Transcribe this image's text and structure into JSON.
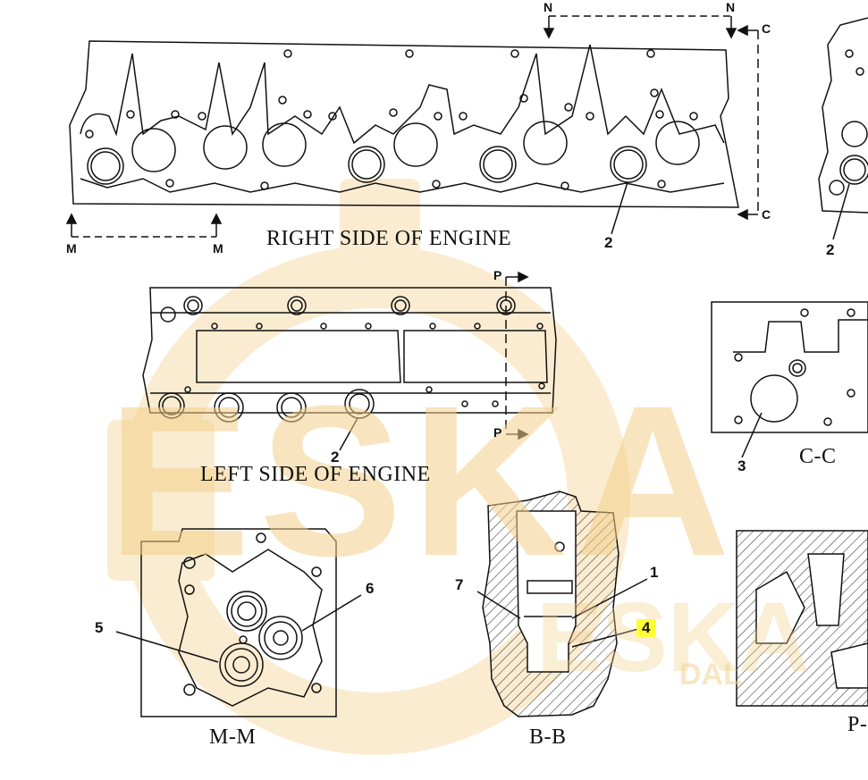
{
  "watermark": {
    "main": "ESKA",
    "sub": "ESKA",
    "tag": "DAL"
  },
  "views": {
    "right_side": "RIGHT SIDE OF ENGINE",
    "left_side": "LEFT SIDE OF ENGINE",
    "cc": "C-C",
    "mm": "M-M",
    "bb": "B-B",
    "p_partial": "P-"
  },
  "section_marks": {
    "n": "N",
    "c": "C",
    "m": "M",
    "p": "P"
  },
  "callouts": {
    "c1": "1",
    "c2": "2",
    "c3": "3",
    "c4": "4",
    "c5": "5",
    "c6": "6",
    "c7": "7"
  },
  "colors": {
    "highlight": "#ffff33",
    "watermark": "#f3cf8a",
    "line": "#111111"
  }
}
